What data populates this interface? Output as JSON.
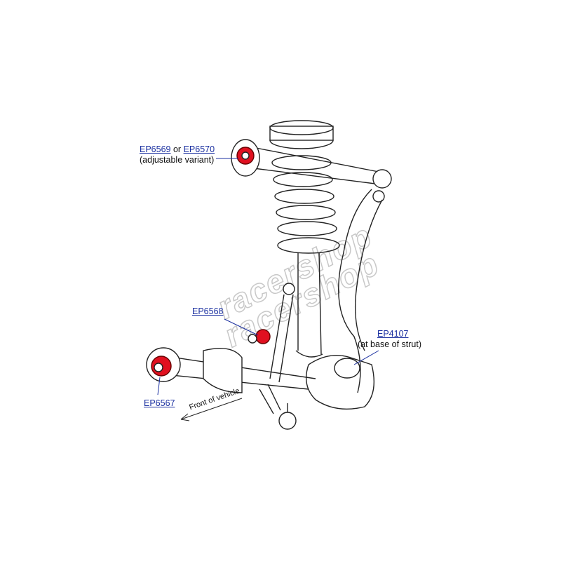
{
  "labels": {
    "upper_arm": {
      "part1": "EP6569",
      "or": "or",
      "part2": "EP6570",
      "note": "(adjustable variant)"
    },
    "tie_link": {
      "part": "EP6568"
    },
    "strut_base": {
      "part": "EP4107",
      "note": "(at base of strut)"
    },
    "lower_arm": {
      "part": "EP6567"
    },
    "direction": "Front of vehicle"
  },
  "watermark": "racershop",
  "colors": {
    "bushing": "#e01020",
    "link": "#1a2fa0",
    "line": "#222222"
  }
}
